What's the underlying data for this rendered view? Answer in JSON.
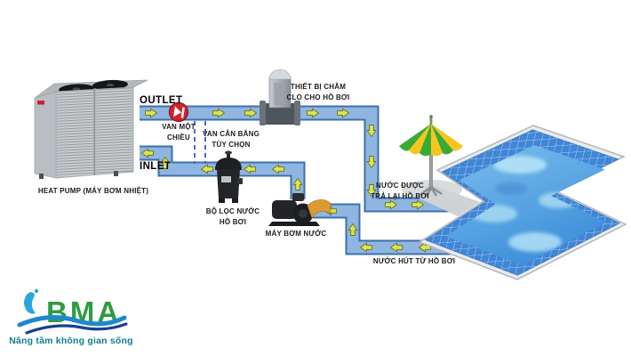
{
  "diagram": {
    "labels": {
      "outlet": "OUTLET",
      "inlet": "INLET",
      "heat_pump": "HEAT PUMP (MÁY BƠM NHIỆT)",
      "check_valve": [
        "VAN MỘT",
        "CHIỀU"
      ],
      "balance_valve": [
        "VAN CÂN BẰNG",
        "TÙY CHỌN"
      ],
      "chlorinator": [
        "THIẾT BỊ CHÂM",
        "CLO CHO HỒ BƠI"
      ],
      "filter": [
        "BỘ LỌC NƯỚC",
        "HỒ BƠI"
      ],
      "pump": "MÁY BƠM NƯỚC",
      "return_water": [
        "NƯỚC ĐƯỢC",
        "TRẢ LẠI HỒ BƠI"
      ],
      "suction_water": "NƯỚC HÚT TỪ HỒ BƠI"
    },
    "colors": {
      "pipe": "#8fb6e0",
      "pipe_border": "#3f6fae",
      "flow_arrow": "#dce54f",
      "check_valve_red": "#d3232b",
      "pool_tile_blue": "#3f86d6",
      "pool_water_blue": "#5aa6e4",
      "umbrella_green": "#3aaa35",
      "umbrella_yellow": "#f7c51e"
    }
  },
  "logo": {
    "brand": "BMA",
    "tagline": "Nâng tầm không gian sống",
    "brand_green": "#2e9c44",
    "wave_blue": "#1e88d0",
    "tagline_teal": "#0f7f8a"
  }
}
